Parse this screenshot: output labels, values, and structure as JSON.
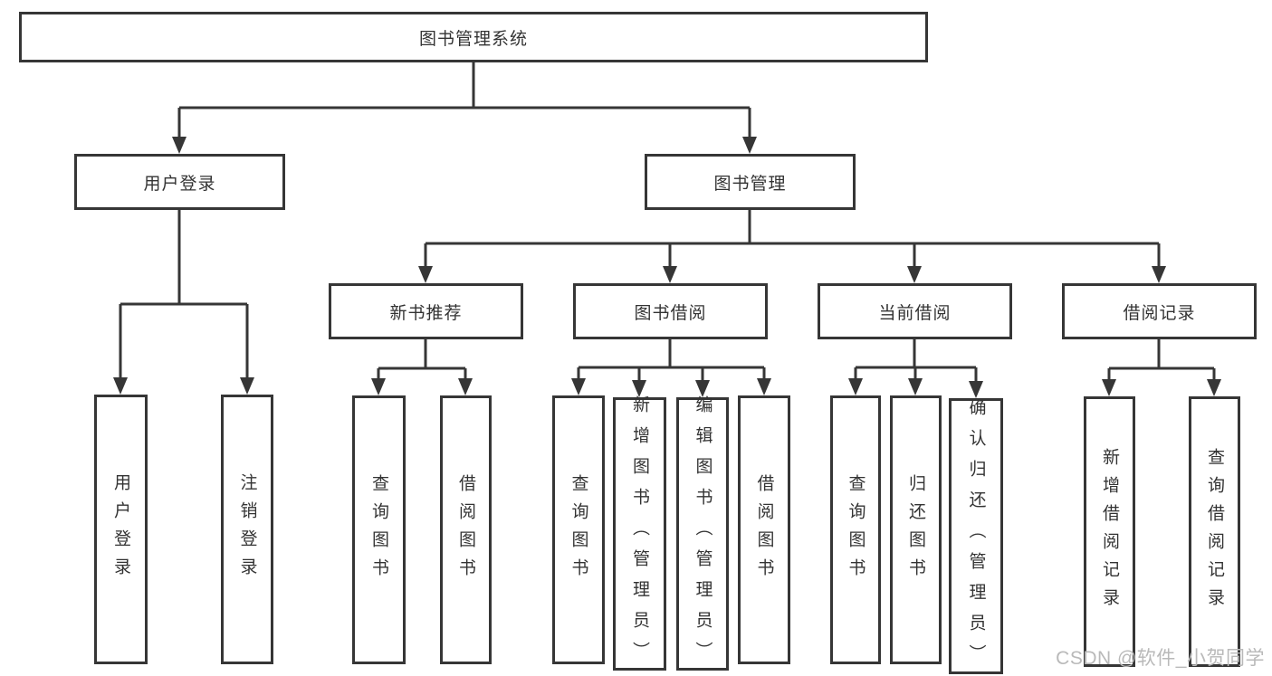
{
  "diagram": {
    "root": "图书管理系统",
    "login_branch": {
      "label": "用户登录",
      "leaves": [
        "用户登录",
        "注销登录"
      ]
    },
    "mgmt_branch": {
      "label": "图书管理",
      "groups": [
        {
          "label": "新书推荐",
          "leaves": [
            "查询图书",
            "借阅图书"
          ]
        },
        {
          "label": "图书借阅",
          "leaves": [
            "查询图书",
            "新增图书（管理员）",
            "编辑图书（管理员）",
            "借阅图书"
          ]
        },
        {
          "label": "当前借阅",
          "leaves": [
            "查询图书",
            "归还图书",
            "确认归还（管理员）"
          ]
        },
        {
          "label": "借阅记录",
          "leaves": [
            "新增借阅记录",
            "查询借阅记录"
          ]
        }
      ]
    },
    "watermark": "CSDN @软件_小贺同学",
    "colors": {
      "line": "#363636",
      "text": "#333333",
      "watermark_gray": "#b9b9b9",
      "background": "#ffffff"
    }
  }
}
